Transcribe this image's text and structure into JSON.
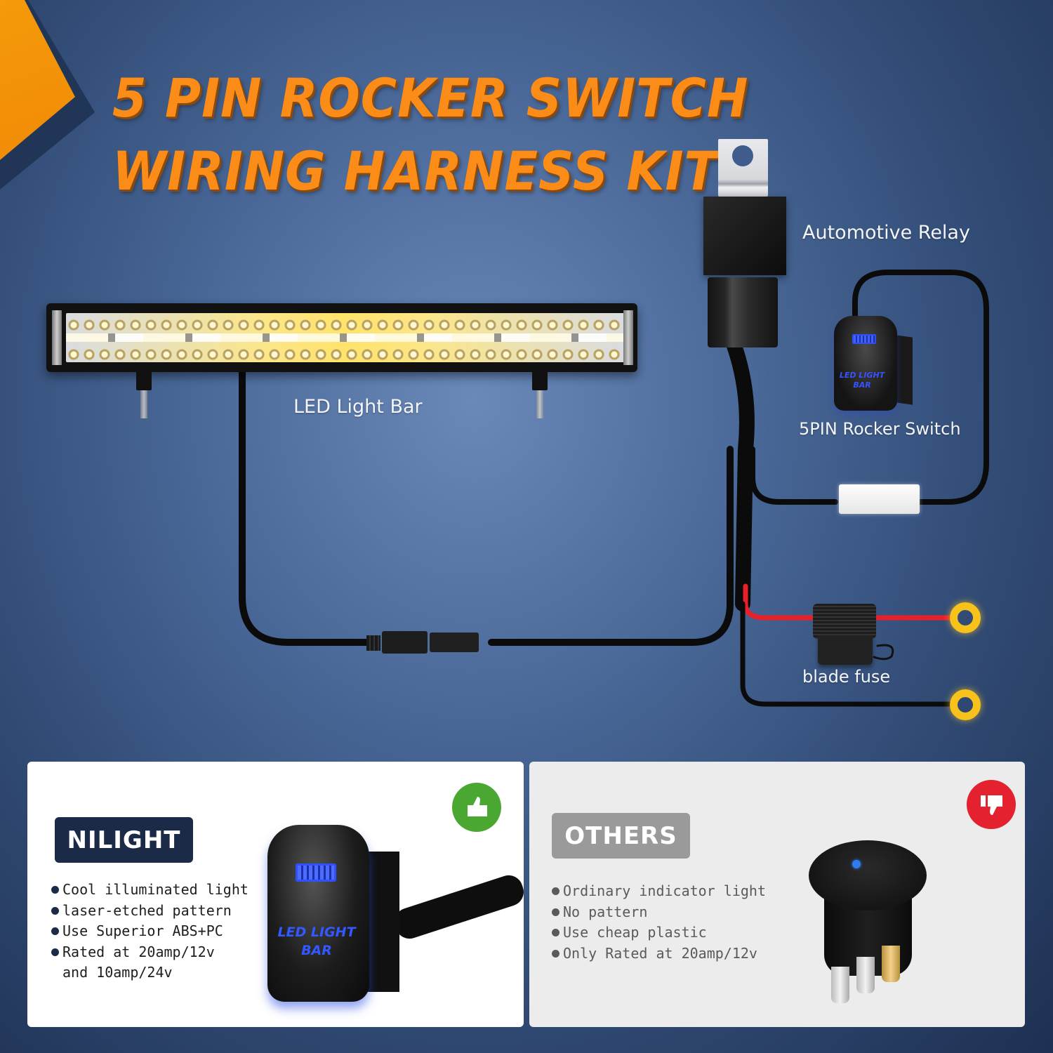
{
  "title": {
    "line1": "5 PIN ROCKER SWITCH",
    "line2": "WIRING HARNESS KIT",
    "color": "#fb8c17"
  },
  "diagram": {
    "labels": {
      "relay": "Automotive Relay",
      "light_bar": "LED Light Bar",
      "rocker_switch": "5PIN Rocker Switch",
      "fuse": "blade fuse"
    },
    "rocker_switch_engraving": [
      "LED LIGHT",
      "BAR"
    ],
    "colors": {
      "background": "#4d6c9c",
      "power_wire": "#e8202a",
      "ring_terminal": "#f7c21c"
    }
  },
  "comparison": {
    "nilight": {
      "badge": "NILIGHT",
      "verdict_icon": "thumbs-up-icon",
      "verdict_color": "#4aa832",
      "features": [
        "Cool illuminated light",
        "laser-etched pattern",
        "Use Superior ABS+PC",
        "Rated at 20amp/12v and 10amp/24v"
      ],
      "switch_engraving": [
        "LED LIGHT",
        "BAR"
      ]
    },
    "others": {
      "badge": "OTHERS",
      "verdict_icon": "thumbs-down-icon",
      "verdict_color": "#e3212f",
      "features": [
        "Ordinary indicator light",
        "No pattern",
        "Use cheap plastic",
        "Only Rated at 20amp/12v"
      ]
    }
  }
}
